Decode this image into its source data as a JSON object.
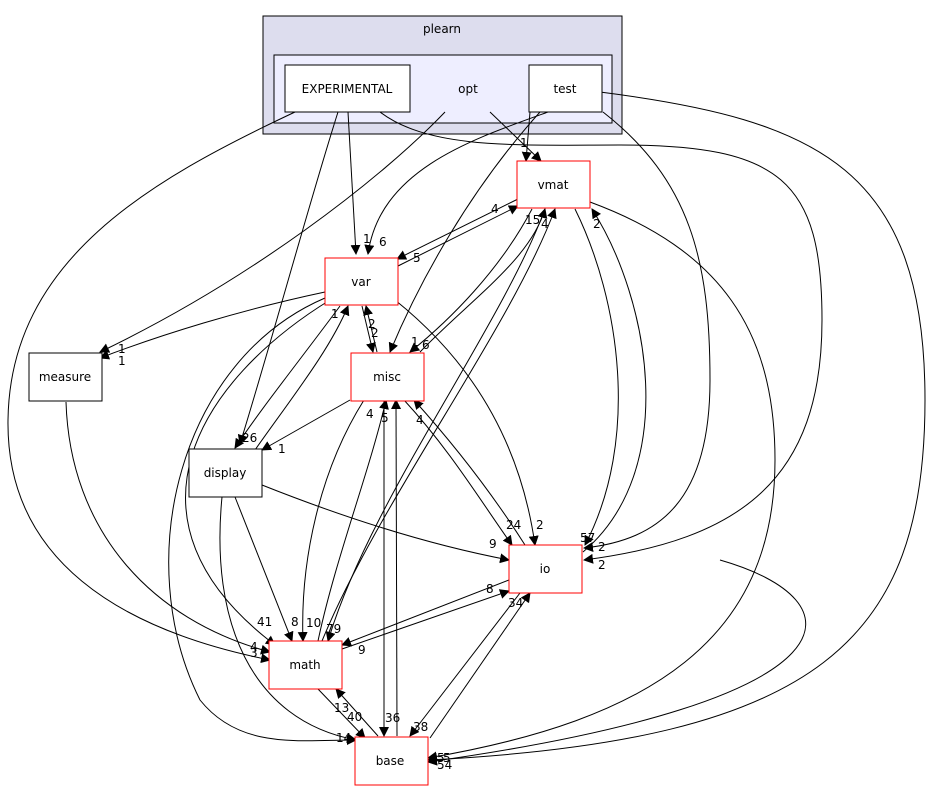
{
  "colors": {
    "outer_cluster_fill": "#ddddee",
    "inner_cluster_fill": "#eeeeff",
    "node_border_red": "#ff0000",
    "node_border_black": "#000000",
    "edge": "#000000"
  },
  "clusters": {
    "outer": {
      "label": "plearn"
    },
    "inner": {
      "label": "opt"
    }
  },
  "nodes": {
    "experimental": {
      "label": "EXPERIMENTAL"
    },
    "test": {
      "label": "test"
    },
    "vmat": {
      "label": "vmat"
    },
    "var": {
      "label": "var"
    },
    "measure": {
      "label": "measure"
    },
    "misc": {
      "label": "misc"
    },
    "display": {
      "label": "display"
    },
    "io": {
      "label": "io"
    },
    "math": {
      "label": "math"
    },
    "base": {
      "label": "base"
    }
  },
  "edge_labels": {
    "l01": "1",
    "l02": "1",
    "l03": "6",
    "l04": "4",
    "l05": "5",
    "l06": "15",
    "l07": "4",
    "l08": "2",
    "l09": "1",
    "l10": "1",
    "l11": "1",
    "l12": "2",
    "l13": "2",
    "l14": "1",
    "l15": "6",
    "l16": "26",
    "l17": "1",
    "l18": "4",
    "l19": "5",
    "l20": "4",
    "l21": "24",
    "l22": "2",
    "l23": "9",
    "l24": "57",
    "l25": "2",
    "l26": "2",
    "l27": "8",
    "l28": "34",
    "l29": "4",
    "l30": "3",
    "l31": "41",
    "l32": "8",
    "l33": "10",
    "l34": "79",
    "l35": "9",
    "l36": "13",
    "l37": "40",
    "l38": "36",
    "l39": "38",
    "l40": "14",
    "l41": "5",
    "l42": "5",
    "l43": "54"
  }
}
